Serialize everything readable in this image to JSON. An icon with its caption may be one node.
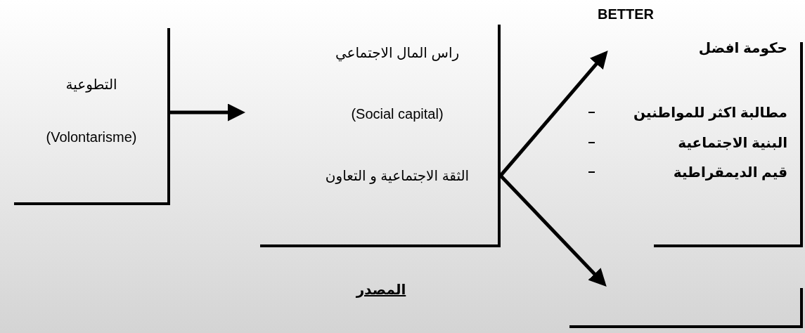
{
  "diagram": {
    "nodes": [
      {
        "text": [
          "التطوعية",
          "(Volontarisme)"
        ]
      },
      {
        "text": [
          "راس المال الاجتماعي",
          "(Social capital)",
          "الثقة الاجتماعية و التعاون"
        ]
      },
      {
        "text": [
          "BETTER",
          "حكومة افضل",
          "مطالبة اكثر للمواطنين",
          "البنية الاجتماعية",
          "قيم الديمقراطية"
        ]
      },
      {
        "text": [],
        "shape": "box"
      }
    ],
    "edges": [
      {
        "from": 0,
        "to": 1,
        "arrow": "to"
      },
      {
        "from": 1,
        "to": 2,
        "arrow": "to"
      },
      {
        "from": 1,
        "to": 3,
        "arrow": "to"
      }
    ],
    "labels": [
      "المصدر"
    ]
  }
}
